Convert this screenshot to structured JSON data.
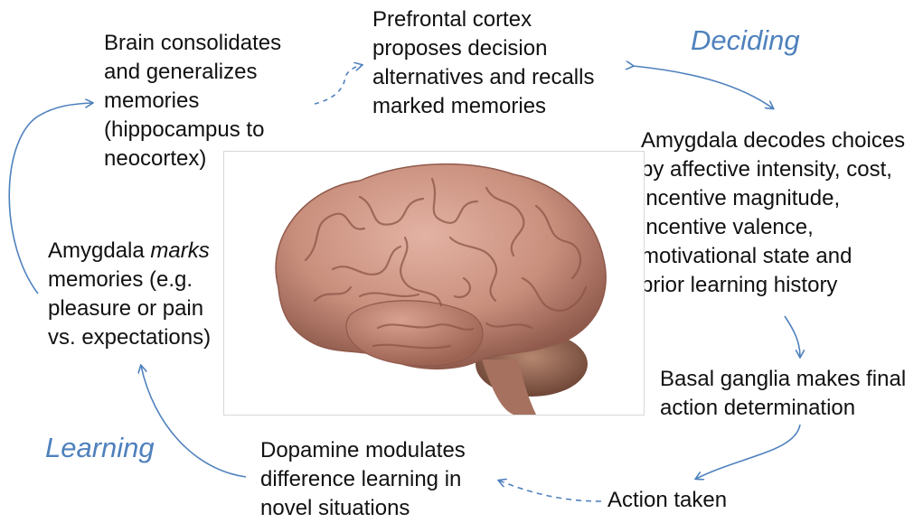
{
  "phases": {
    "deciding": "Deciding",
    "learning": "Learning"
  },
  "steps": {
    "prefrontal": "Prefrontal cortex\nproposes  decision\nalternatives and recalls\nmarked memories",
    "amygdala_decodes": "Amygdala decodes choices\nby affective intensity, cost,\nincentive magnitude,\nincentive valence,\nmotivational state and\nprior learning history",
    "basal_ganglia": "Basal ganglia makes final\naction determination",
    "action_taken": "Action taken",
    "dopamine": "Dopamine modulates\ndifference learning in\nnovel situations",
    "amygdala_marks_pre": "Amygdala ",
    "amygdala_marks_em": "marks",
    "amygdala_marks_post": "\nmemories (e.g.\npleasure or pain\nvs. expectations)",
    "consolidates": "Brain consolidates\nand generalizes\nmemories\n(hippocampus to\nneocortex)"
  },
  "colors": {
    "arrow": "#4f81bd",
    "phase_text": "#4f81bd",
    "brain_main": "#c98f7d",
    "brain_shadow": "#8f5a4c",
    "cerebellum": "#9a6a55"
  },
  "icons": {
    "brain": "brain-illustration"
  }
}
